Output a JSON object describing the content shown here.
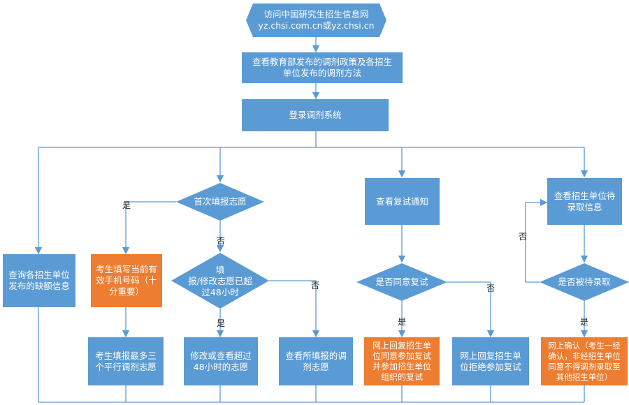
{
  "colors": {
    "primary": "#5b9bd5",
    "highlight": "#ed7d31",
    "connector": "#5b9bd5"
  },
  "nodes": {
    "start": "访问中国研究生招生信息网\nyz.chsi.com.cn或yz.chsi.cn",
    "policy": "查看教育部发布的调剂政策及各招生\n单位发布的调剂方法",
    "login": "登录调剂系统",
    "vacancy": "查询各招生单位\n发布的缺额信息",
    "first_fill": "首次填报志愿",
    "phone": "考生填写当前有\n效手机号码（十\n分重要）",
    "three": "考生填报最多三\n个平行调剂志愿",
    "over48": "填\n报/修改志愿已超\n过48小时",
    "modify": "修改或查看超过\n48小时的志愿",
    "view_fill": "查看所填报的调\n剂志愿",
    "retest_notice": "查看复试通知",
    "agree": "是否同意复试",
    "accept": "网上回复招生单\n位同意参加复试\n并参加招生单位\n组织的复试",
    "reject": "网上回复招生单\n位拒绝参加复试",
    "pending": "查看招生单位待\n录取信息",
    "admitted": "是否被待录取",
    "confirm": "网上确认（考生一经\n确认，非经招生单位\n同意不得调剂录取至\n其他招生单位）"
  },
  "labels": {
    "yes": "是",
    "no": "否"
  }
}
